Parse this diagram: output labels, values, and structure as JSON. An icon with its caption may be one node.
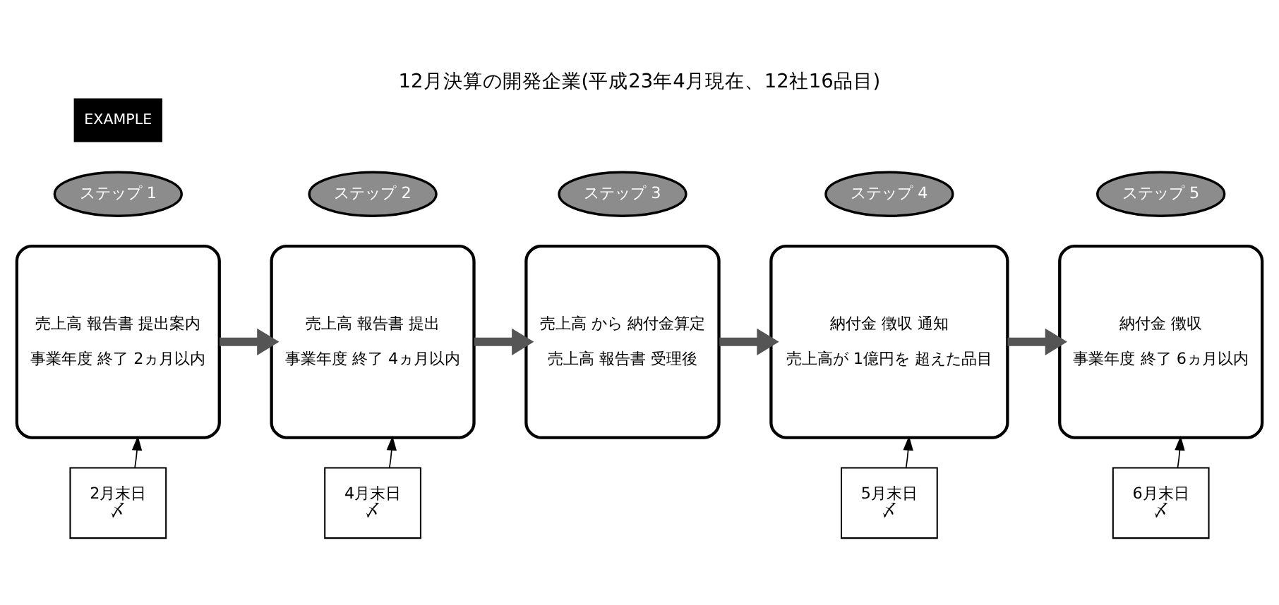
{
  "diagram": {
    "title": "12月決算の開発企業(平成23年4月現在、12社16品目)",
    "nodes": [
      {
        "text": [
          "ステップ 1"
        ]
      },
      {
        "text": [
          "売上高 報告書 提出案内",
          "事業年度 終了 2ヵ月以内"
        ]
      },
      {
        "text": [
          "ステップ 2"
        ]
      },
      {
        "text": [
          "売上高 報告書 提出",
          "事業年度 終了 4ヵ月以内"
        ]
      },
      {
        "text": [
          "ステップ 3"
        ]
      },
      {
        "text": [
          "売上高 から 納付金算定",
          "売上高 報告書 受理後"
        ]
      },
      {
        "text": [
          "ステップ 4"
        ]
      },
      {
        "text": [
          "納付金 徴収 通知",
          "売上高が 1億円を 超えた品目"
        ]
      },
      {
        "text": [
          "ステップ 5"
        ]
      },
      {
        "text": [
          "納付金 徴収",
          "事業年度 終了 6ヵ月以内"
        ]
      },
      {
        "text": [
          "2月末日",
          "〆"
        ]
      },
      {
        "text": [
          "4月末日",
          "〆"
        ]
      },
      {
        "text": [
          "5月末日",
          "〆"
        ]
      },
      {
        "text": [
          "6月末日",
          "〆"
        ]
      }
    ],
    "edges": [
      {
        "from": 1,
        "to": 3,
        "arrow": "to",
        "style": "thick"
      },
      {
        "from": 3,
        "to": 5,
        "arrow": "to",
        "style": "thick"
      },
      {
        "from": 5,
        "to": 7,
        "arrow": "to",
        "style": "thick"
      },
      {
        "from": 7,
        "to": 9,
        "arrow": "to",
        "style": "thick"
      },
      {
        "from": 10,
        "to": 1,
        "arrow": "to"
      },
      {
        "from": 11,
        "to": 3,
        "arrow": "to"
      },
      {
        "from": 12,
        "to": 7,
        "arrow": "to"
      },
      {
        "from": 13,
        "to": 9,
        "arrow": "to"
      }
    ],
    "labels": [
      "EXAMPLE"
    ]
  }
}
